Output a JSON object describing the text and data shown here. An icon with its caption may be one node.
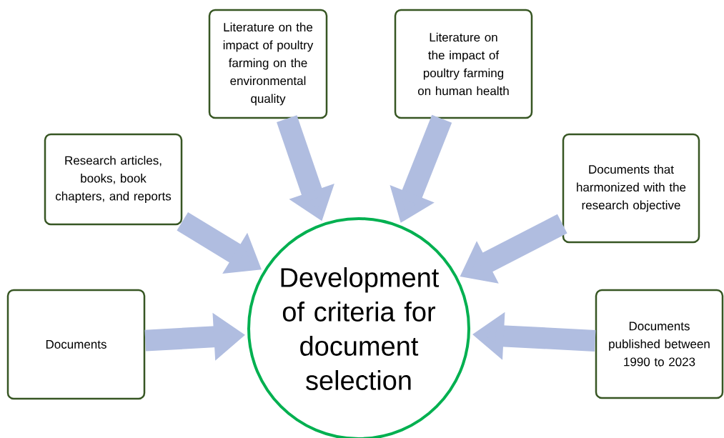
{
  "diagram": {
    "nodes": [
      {
        "text": [
          "Literature on the impact of poultry farming on the environmental quality"
        ]
      },
      {
        "text": [
          "Literature on the impact of poultry farming on human health"
        ]
      },
      {
        "text": [
          "Research articles, books, book chapters, and reports"
        ]
      },
      {
        "text": [
          "Documents that harmonized with the research objective"
        ]
      },
      {
        "text": [
          "Documents"
        ]
      },
      {
        "text": [
          "Documents published between 1990 to 2023"
        ]
      },
      {
        "text": [
          "Development of criteria for document selection"
        ]
      }
    ],
    "edges": [
      {
        "from": 0,
        "to": 6,
        "arrow": "to"
      },
      {
        "from": 1,
        "to": 6,
        "arrow": "to"
      },
      {
        "from": 2,
        "to": 6,
        "arrow": "to"
      },
      {
        "from": 3,
        "to": 6,
        "arrow": "to"
      },
      {
        "from": 4,
        "to": 6,
        "arrow": "to"
      },
      {
        "from": 5,
        "to": 6,
        "arrow": "to"
      }
    ]
  }
}
